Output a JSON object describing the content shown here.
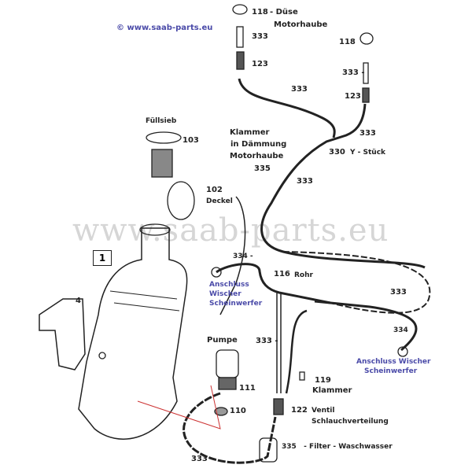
{
  "copyright": "© www.saab-parts.eu",
  "watermark": "www.saab-parts.eu",
  "labels": {
    "nozzle_left_num": "118",
    "nozzle_left_name": "- Düse",
    "nozzle_left_name2": "Motorhaube",
    "hose_top_left": "333",
    "valve_left": "123",
    "nozzle_right_num": "118",
    "hose_top_right": "333 -",
    "valve_right": "123",
    "hose_mid": "333",
    "hose_right_short": "333",
    "y_piece_num": "330",
    "y_piece_name": "Y - Stück",
    "clamp_name1": "Klammer",
    "clamp_name2": "in Dämmung",
    "clamp_name3": "Motorhaube",
    "clamp_num": "335",
    "hose_lower": "333",
    "strainer_name": "Füllsieb",
    "strainer_num": "103",
    "cap_num": "102",
    "cap_name": "Deckel",
    "tank_num": "1",
    "bracket_num": "4",
    "hose_334_left": "334 -",
    "pipe_num": "116",
    "pipe_name": "Rohr",
    "conn_left1": "Anschluss",
    "conn_left2": "Wischer",
    "conn_left3": "Scheinwerfer",
    "hose_right_loop": "333",
    "hose_334_right": "334",
    "conn_right1": "Anschluss Wischer",
    "conn_right2": "Scheinwerfer",
    "pump_name": "Pumpe",
    "hose_vertical": "333 -",
    "clip_num": "119",
    "clip_name": "Klammer",
    "pump_num": "111",
    "seal_num": "110",
    "valve_num": "122",
    "valve_name1": "Ventil",
    "valve_name2": "Schlauchverteilung",
    "filter": "335   - Filter - Waschwasser",
    "hose_bottom": "333"
  }
}
